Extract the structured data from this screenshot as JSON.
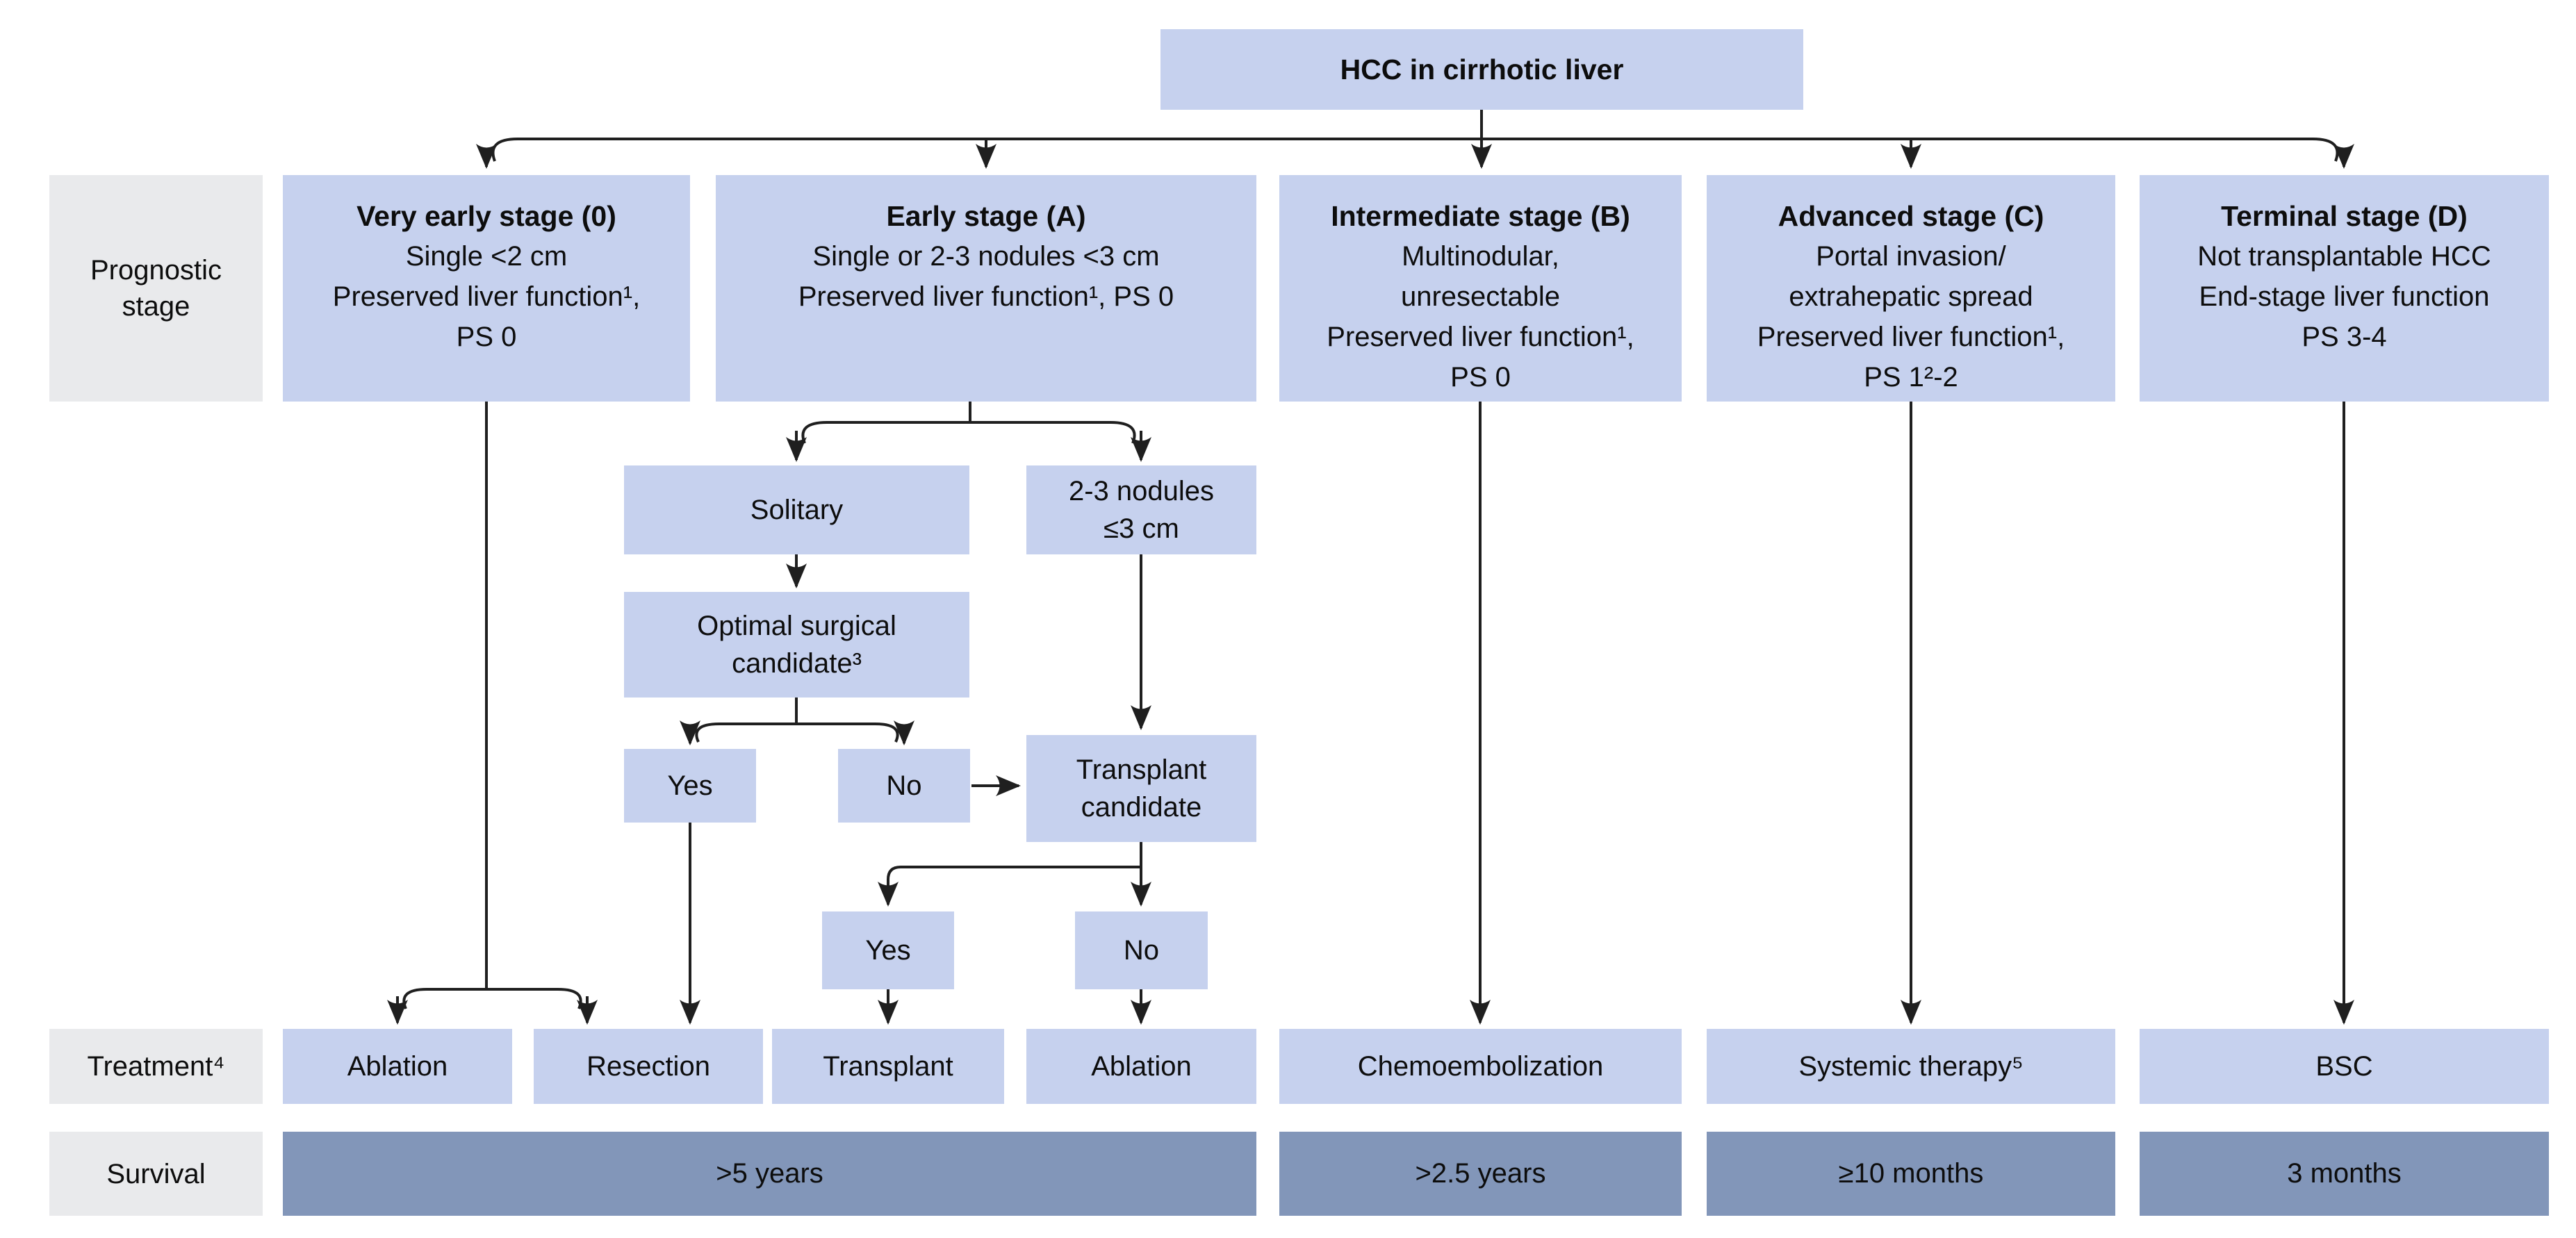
{
  "root": {
    "label": "HCC in cirrhotic liver"
  },
  "row_labels": {
    "prognostic": "Prognostic stage",
    "treatment": "Treatment⁴",
    "survival": "Survival"
  },
  "stages": [
    {
      "title": "Very early stage (0)",
      "lines": [
        "Single <2 cm",
        "Preserved liver function¹,",
        "PS 0"
      ]
    },
    {
      "title": "Early stage (A)",
      "lines": [
        "Single or 2-3 nodules <3 cm",
        "Preserved liver function¹, PS 0"
      ]
    },
    {
      "title": "Intermediate stage (B)",
      "lines": [
        "Multinodular,",
        "unresectable",
        "Preserved liver function¹,",
        "PS 0"
      ]
    },
    {
      "title": "Advanced stage (C)",
      "lines": [
        "Portal invasion/",
        "extrahepatic spread",
        "Preserved liver function¹,",
        "PS 1²-2"
      ]
    },
    {
      "title": "Terminal stage (D)",
      "lines": [
        "Not transplantable HCC",
        "End-stage liver function",
        "PS 3-4"
      ]
    }
  ],
  "decisions": {
    "solitary": "Solitary",
    "nodules_line1": "2-3 nodules",
    "nodules_line2": "≤3 cm",
    "optimal_surgical_line1": "Optimal surgical",
    "optimal_surgical_line2": "candidate³",
    "osc_yes": "Yes",
    "osc_no": "No",
    "transplant_candidate_line1": "Transplant",
    "transplant_candidate_line2": "candidate",
    "tc_yes": "Yes",
    "tc_no": "No"
  },
  "treatments": [
    "Ablation",
    "Resection",
    "Transplant",
    "Ablation",
    "Chemoembolization",
    "Systemic therapy⁵",
    "BSC"
  ],
  "survival": [
    ">5 years",
    ">2.5 years",
    "≥10 months",
    "3 months"
  ],
  "colors": {
    "stage_box": "#c6d1ee",
    "survival_bar": "#8296b9",
    "label_box": "#e9eaec",
    "line": "#1f1f1f"
  }
}
